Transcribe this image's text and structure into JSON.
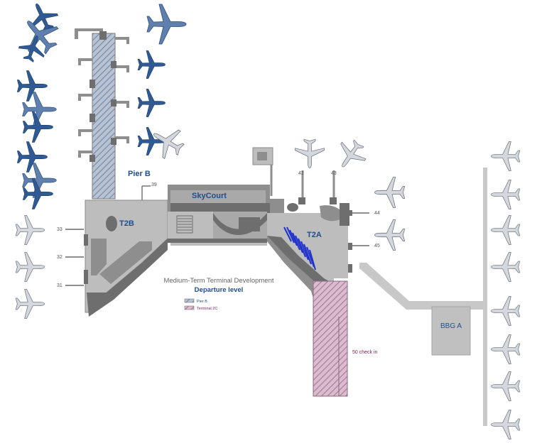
{
  "labels": {
    "pier_b": "Pier B",
    "gate_39": "39",
    "skycourt": "SkyCourt",
    "t2b": "T2B",
    "t2a": "T2A",
    "gate_42": "42",
    "gate_43": "43",
    "gate_44": "44",
    "gate_45": "45",
    "gate_33": "33",
    "gate_32": "32",
    "gate_31": "31",
    "caption_line1": "Medium-Term Terminal Development",
    "caption_line2": "Departure level",
    "bbg_a": "BBG A",
    "checkin": "50 check in"
  },
  "legend": [
    {
      "label": "Pier B",
      "color": "#7f93b0"
    },
    {
      "label": "Terminal 2C",
      "color": "#b98bab"
    }
  ],
  "colors": {
    "terminal_dark": "#6e6e6e",
    "terminal_mid": "#8e8e8e",
    "terminal_light": "#bdbdbd",
    "pier_b_hatch": "#7f93b0",
    "terminal_2c_hatch": "#b98bab",
    "label_blue": "#1f4e8c",
    "aircraft_blue": "#2f5a94",
    "aircraft_grey": "#c8ccd2",
    "stands_blue": "#2233cc"
  }
}
